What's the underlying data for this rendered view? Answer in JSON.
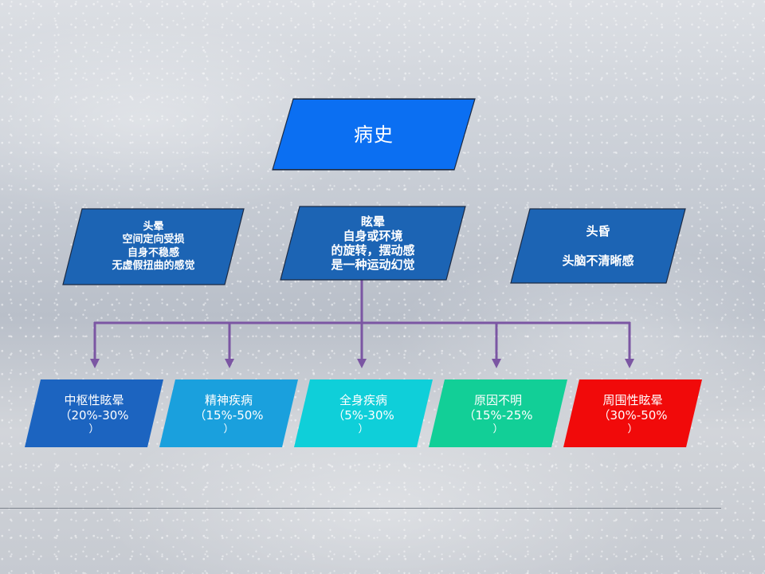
{
  "title": "病史",
  "top_boxes": {
    "left": {
      "lines": [
        "头晕",
        "空间定向受损",
        "自身不稳感",
        "无虚假扭曲的感觉"
      ]
    },
    "center": {
      "lines": [
        "眩晕",
        "自身或环境",
        "的旋转，摆动感",
        "是一种运动幻觉"
      ]
    },
    "right": {
      "line1": "头昏",
      "line2": "头脑不清晰感"
    }
  },
  "bottom_boxes": [
    {
      "label": "中枢性眩晕",
      "pct": "（20%-30%",
      "close": "）",
      "color": "#1c64c0"
    },
    {
      "label": "精神疾病",
      "pct": "（15%-50%",
      "close": "）",
      "color": "#1aa0dd"
    },
    {
      "label": "全身疾病",
      "pct": "（5%-30%",
      "close": "）",
      "color": "#0fcfd9"
    },
    {
      "label": "原因不明",
      "pct": "（15%-25%",
      "close": "）",
      "color": "#12cf97"
    },
    {
      "label": "周围性眩晕",
      "pct": "（30%-50%",
      "close": "）",
      "color": "#f10a0a"
    }
  ],
  "colors": {
    "connector": "#7b56a3",
    "title_fill": "#0b6ff2",
    "box_fill": "#1c64b4"
  }
}
